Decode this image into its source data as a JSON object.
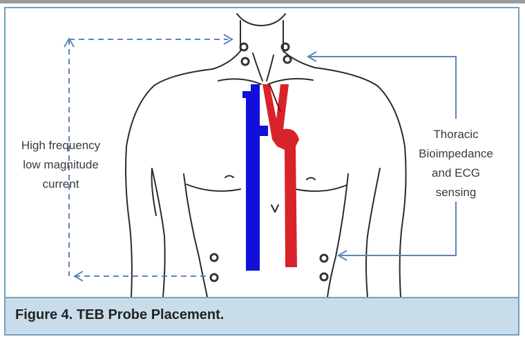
{
  "caption": "Figure 4. TEB Probe Placement.",
  "labels": {
    "current": [
      "High frequency",
      "low magnitude",
      "current"
    ],
    "sensing": [
      "Thoracic",
      "Bioimpedance",
      "and ECG",
      "sensing"
    ]
  },
  "colors": {
    "vein": "#1010d8",
    "artery": "#d8232a",
    "arrow": "#5b86b8",
    "frame": "#6fa1c0",
    "caption_bg": "#c8dde9"
  }
}
